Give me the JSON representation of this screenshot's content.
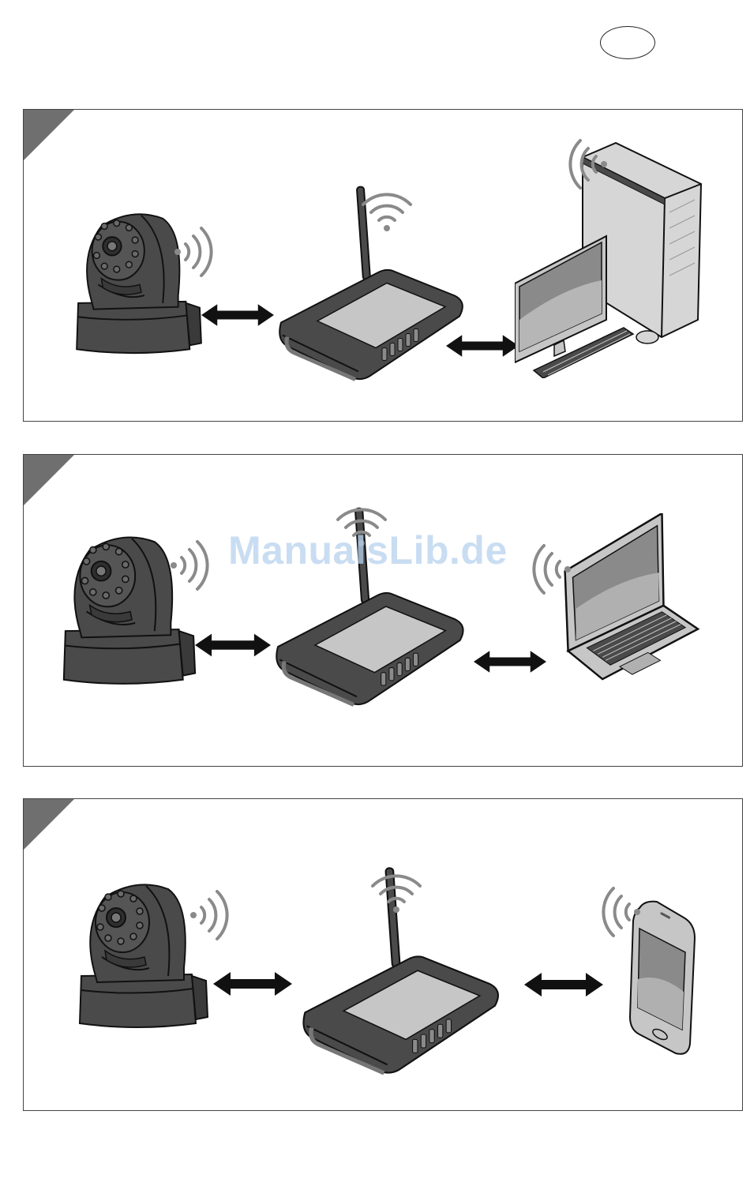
{
  "page": {
    "language_badge": ""
  },
  "watermark": {
    "text": "ManualsLib.de"
  },
  "panels": [
    {
      "id": "1",
      "devices": [
        "camera-icon",
        "router-icon",
        "desktop-computer-icon"
      ]
    },
    {
      "id": "2",
      "devices": [
        "camera-icon",
        "router-icon",
        "laptop-icon"
      ]
    },
    {
      "id": "3",
      "devices": [
        "camera-icon",
        "router-icon",
        "smartphone-icon"
      ]
    }
  ],
  "colors": {
    "device_dark": "#4a4a4a",
    "device_light": "#c6c6c6",
    "corner": "#6f6f6f",
    "waves": "#8a8a8a",
    "watermark": "#b8d2ee"
  }
}
